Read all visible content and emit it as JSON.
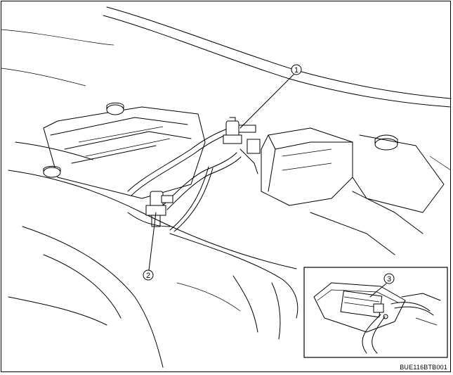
{
  "callouts": [
    {
      "label": "1"
    },
    {
      "label": "2"
    },
    {
      "label": "3"
    }
  ],
  "figure_code": "BUE116BTB001"
}
